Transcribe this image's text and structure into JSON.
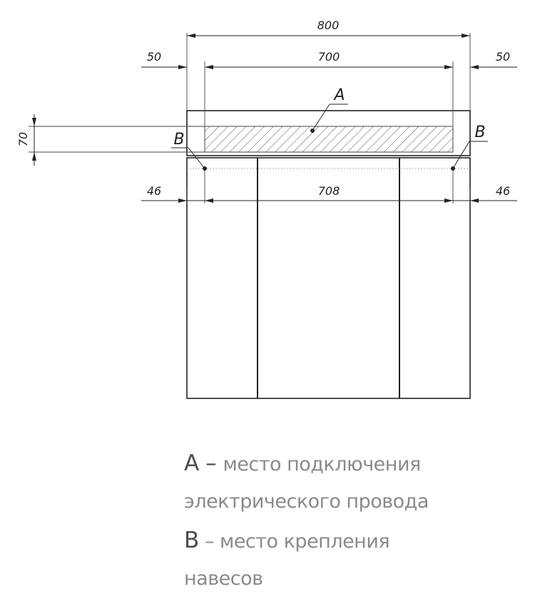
{
  "dimensions": {
    "overall_width": "800",
    "inner_width": "700",
    "left_offset": "50",
    "right_offset": "50",
    "height": "70",
    "mount_left": "46",
    "mount_span": "708",
    "mount_right": "46"
  },
  "markers": {
    "a": "A",
    "b_left": "B",
    "b_right": "B"
  },
  "legend": {
    "a_key": "A",
    "a_dash": " – ",
    "a_text_1": "место подключения",
    "a_text_2": "электрического провода",
    "b_key": "B",
    "b_dash": " – ",
    "b_text_1": "место крепления",
    "b_text_2": "навесов"
  }
}
